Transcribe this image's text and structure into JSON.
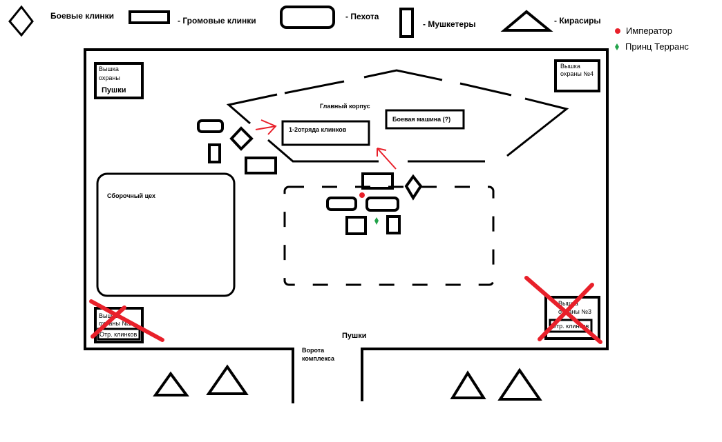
{
  "legend": {
    "blades": "Боевые клинки",
    "thunder_blades": "- Громовые клинки",
    "infantry": "- Пехота",
    "musketeers": "- Мушкетеры",
    "cuirassiers": "- Кирасиры",
    "emperor": "Император",
    "prince": "Принц Терранс"
  },
  "towers": {
    "t1": {
      "line1": "Вышка",
      "line2": "охраны",
      "guns": "Пушки"
    },
    "t2": {
      "line1": "Вышка",
      "line2": "охраны №2",
      "unit": "Отр. клинков"
    },
    "t3": {
      "line1": "Вышка",
      "line2": "охраны №3",
      "unit": "Отр. клинков"
    },
    "t4": {
      "line1": "Вышка",
      "line2": "охраны №4"
    }
  },
  "map": {
    "main_building": "Главный корпус",
    "blade_squads": "1-2отряда клинков",
    "war_machine": "Боевая машина (?)",
    "assembly_shop": "Сборочный цех",
    "guns": "Пушки",
    "gate_line1": "Ворота",
    "gate_line2": "комплекса"
  },
  "colors": {
    "emperor": "#e8202a",
    "prince": "#22a34a",
    "cross": "#e8202a"
  }
}
